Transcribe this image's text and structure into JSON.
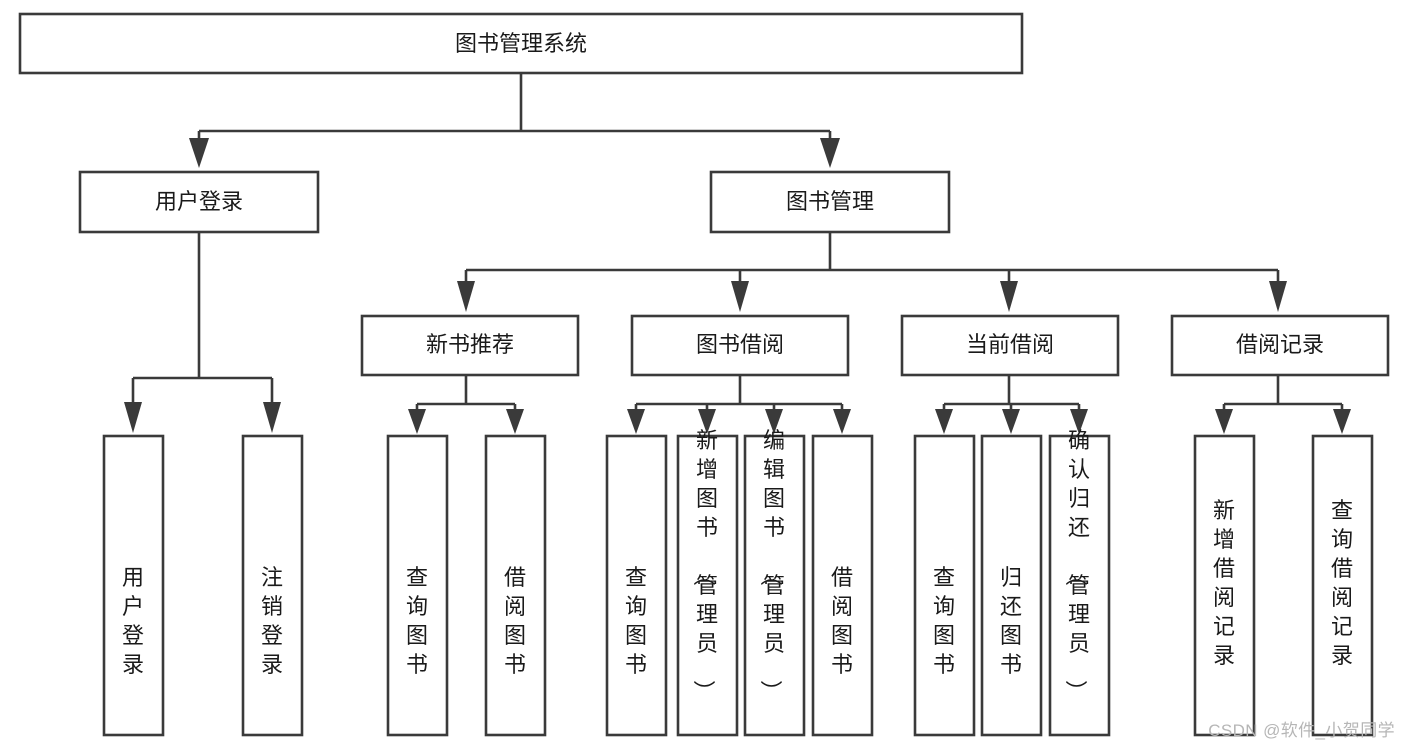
{
  "diagram": {
    "type": "tree-hierarchy",
    "title": "图书管理系统",
    "orientation": "top-down",
    "watermark": "CSDN @软件_小贺同学",
    "colors": {
      "background": "#ffffff",
      "box_stroke": "#3a3a3a",
      "box_fill": "#ffffff",
      "text": "#1a1a1a",
      "watermark": "#b6b6b6"
    },
    "levels": [
      {
        "level": 0,
        "nodes": [
          {
            "id": "root",
            "label": "图书管理系统",
            "orientation": "horizontal"
          }
        ]
      },
      {
        "level": 1,
        "nodes": [
          {
            "id": "user-login",
            "label": "用户登录",
            "orientation": "horizontal",
            "parent": "root"
          },
          {
            "id": "book-manage",
            "label": "图书管理",
            "orientation": "horizontal",
            "parent": "root"
          }
        ]
      },
      {
        "level": 2,
        "nodes": [
          {
            "id": "new-book-rec",
            "label": "新书推荐",
            "orientation": "horizontal",
            "parent": "book-manage"
          },
          {
            "id": "book-borrow",
            "label": "图书借阅",
            "orientation": "horizontal",
            "parent": "book-manage"
          },
          {
            "id": "current-borrow",
            "label": "当前借阅",
            "orientation": "horizontal",
            "parent": "book-manage"
          },
          {
            "id": "borrow-record",
            "label": "借阅记录",
            "orientation": "horizontal",
            "parent": "book-manage"
          }
        ]
      },
      {
        "level": 3,
        "nodes": [
          {
            "id": "leaf-user-login",
            "label": "用户登录",
            "orientation": "vertical",
            "parent": "user-login"
          },
          {
            "id": "leaf-logout",
            "label": "注销登录",
            "orientation": "vertical",
            "parent": "user-login"
          },
          {
            "id": "leaf-query-book-1",
            "label": "查询图书",
            "orientation": "vertical",
            "parent": "new-book-rec"
          },
          {
            "id": "leaf-borrow-book-1",
            "label": "借阅图书",
            "orientation": "vertical",
            "parent": "new-book-rec"
          },
          {
            "id": "leaf-query-book-2",
            "label": "查询图书",
            "orientation": "vertical",
            "parent": "book-borrow"
          },
          {
            "id": "leaf-add-book",
            "label": "新增图书（管理员）",
            "orientation": "vertical",
            "parent": "book-borrow"
          },
          {
            "id": "leaf-edit-book",
            "label": "编辑图书（管理员）",
            "orientation": "vertical",
            "parent": "book-borrow"
          },
          {
            "id": "leaf-borrow-book-2",
            "label": "借阅图书",
            "orientation": "vertical",
            "parent": "book-borrow"
          },
          {
            "id": "leaf-query-book-3",
            "label": "查询图书",
            "orientation": "vertical",
            "parent": "current-borrow"
          },
          {
            "id": "leaf-return-book",
            "label": "归还图书",
            "orientation": "vertical",
            "parent": "current-borrow"
          },
          {
            "id": "leaf-confirm-return",
            "label": "确认归还（管理员）",
            "orientation": "vertical",
            "parent": "current-borrow"
          },
          {
            "id": "leaf-add-record",
            "label": "新增借阅记录",
            "orientation": "vertical",
            "parent": "borrow-record"
          },
          {
            "id": "leaf-query-record",
            "label": "查询借阅记录",
            "orientation": "vertical",
            "parent": "borrow-record"
          }
        ]
      }
    ]
  }
}
